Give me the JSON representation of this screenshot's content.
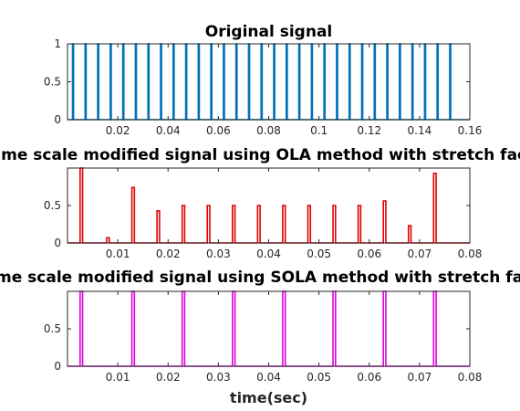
{
  "chart_data": [
    {
      "type": "line",
      "title": "Original signal",
      "xlabel": "",
      "ylabel": "",
      "xlim": [
        0,
        0.16
      ],
      "ylim": [
        0,
        1
      ],
      "xticks": [
        0.02,
        0.04,
        0.06,
        0.08,
        0.1,
        0.12,
        0.14,
        0.16
      ],
      "xtick_labels": [
        "0.02",
        "0.04",
        "0.06",
        "0.08",
        "0.1",
        "0.12",
        "0.14",
        "0.16"
      ],
      "yticks": [
        0,
        0.5,
        1
      ],
      "ytick_labels": [
        "0",
        "0.5",
        "1"
      ],
      "grid": false,
      "series": [
        {
          "color": "#0072BD",
          "pulse_width": 0.0004,
          "pulses": [
            {
              "x": 0.002,
              "y": 1
            },
            {
              "x": 0.007,
              "y": 1
            },
            {
              "x": 0.012,
              "y": 1
            },
            {
              "x": 0.017,
              "y": 1
            },
            {
              "x": 0.022,
              "y": 1
            },
            {
              "x": 0.027,
              "y": 1
            },
            {
              "x": 0.032,
              "y": 1
            },
            {
              "x": 0.037,
              "y": 1
            },
            {
              "x": 0.042,
              "y": 1
            },
            {
              "x": 0.047,
              "y": 1
            },
            {
              "x": 0.052,
              "y": 1
            },
            {
              "x": 0.057,
              "y": 1
            },
            {
              "x": 0.062,
              "y": 1
            },
            {
              "x": 0.067,
              "y": 1
            },
            {
              "x": 0.072,
              "y": 1
            },
            {
              "x": 0.077,
              "y": 1
            },
            {
              "x": 0.082,
              "y": 1
            },
            {
              "x": 0.087,
              "y": 1
            },
            {
              "x": 0.092,
              "y": 1
            },
            {
              "x": 0.097,
              "y": 1
            },
            {
              "x": 0.102,
              "y": 1
            },
            {
              "x": 0.107,
              "y": 1
            },
            {
              "x": 0.112,
              "y": 1
            },
            {
              "x": 0.117,
              "y": 1
            },
            {
              "x": 0.122,
              "y": 1
            },
            {
              "x": 0.127,
              "y": 1
            },
            {
              "x": 0.132,
              "y": 1
            },
            {
              "x": 0.137,
              "y": 1
            },
            {
              "x": 0.142,
              "y": 1
            },
            {
              "x": 0.147,
              "y": 1
            },
            {
              "x": 0.152,
              "y": 1
            }
          ]
        }
      ]
    },
    {
      "type": "line",
      "title": "Time scale modified signal using OLA method with stretch factor",
      "xlabel": "",
      "ylabel": "",
      "xlim": [
        0,
        0.08
      ],
      "ylim": [
        0,
        1
      ],
      "xticks": [
        0.01,
        0.02,
        0.03,
        0.04,
        0.05,
        0.06,
        0.07,
        0.08
      ],
      "xtick_labels": [
        "0.01",
        "0.02",
        "0.03",
        "0.04",
        "0.05",
        "0.06",
        "0.07",
        "0.08"
      ],
      "yticks": [
        0,
        0.5
      ],
      "ytick_labels": [
        "0",
        "0.5"
      ],
      "grid": false,
      "series": [
        {
          "color": "#E00000",
          "pulse_width": 0.0005,
          "pulses": [
            {
              "x": 0.0025,
              "y": 1.0
            },
            {
              "x": 0.0078,
              "y": 0.07
            },
            {
              "x": 0.0128,
              "y": 0.74
            },
            {
              "x": 0.0178,
              "y": 0.43
            },
            {
              "x": 0.0228,
              "y": 0.5
            },
            {
              "x": 0.0278,
              "y": 0.5
            },
            {
              "x": 0.0328,
              "y": 0.5
            },
            {
              "x": 0.0378,
              "y": 0.5
            },
            {
              "x": 0.0428,
              "y": 0.5
            },
            {
              "x": 0.0478,
              "y": 0.5
            },
            {
              "x": 0.0528,
              "y": 0.5
            },
            {
              "x": 0.0578,
              "y": 0.5
            },
            {
              "x": 0.0628,
              "y": 0.56
            },
            {
              "x": 0.0678,
              "y": 0.23
            },
            {
              "x": 0.0728,
              "y": 0.93
            }
          ]
        }
      ]
    },
    {
      "type": "line",
      "title": "Time scale modified signal using SOLA method with stretch factor",
      "xlabel": "time(sec)",
      "ylabel": "",
      "xlim": [
        0,
        0.08
      ],
      "ylim": [
        0,
        1
      ],
      "xticks": [
        0.01,
        0.02,
        0.03,
        0.04,
        0.05,
        0.06,
        0.07,
        0.08
      ],
      "xtick_labels": [
        "0.01",
        "0.02",
        "0.03",
        "0.04",
        "0.05",
        "0.06",
        "0.07",
        "0.08"
      ],
      "yticks": [
        0,
        0.5
      ],
      "ytick_labels": [
        "0",
        "0.5"
      ],
      "grid": false,
      "series": [
        {
          "color": "#E000E0",
          "pulse_width": 0.0005,
          "pulses": [
            {
              "x": 0.0025,
              "y": 1
            },
            {
              "x": 0.0128,
              "y": 1
            },
            {
              "x": 0.0228,
              "y": 1
            },
            {
              "x": 0.0328,
              "y": 1
            },
            {
              "x": 0.0428,
              "y": 1
            },
            {
              "x": 0.0528,
              "y": 1
            },
            {
              "x": 0.0628,
              "y": 1
            },
            {
              "x": 0.0728,
              "y": 1
            }
          ]
        }
      ]
    }
  ]
}
